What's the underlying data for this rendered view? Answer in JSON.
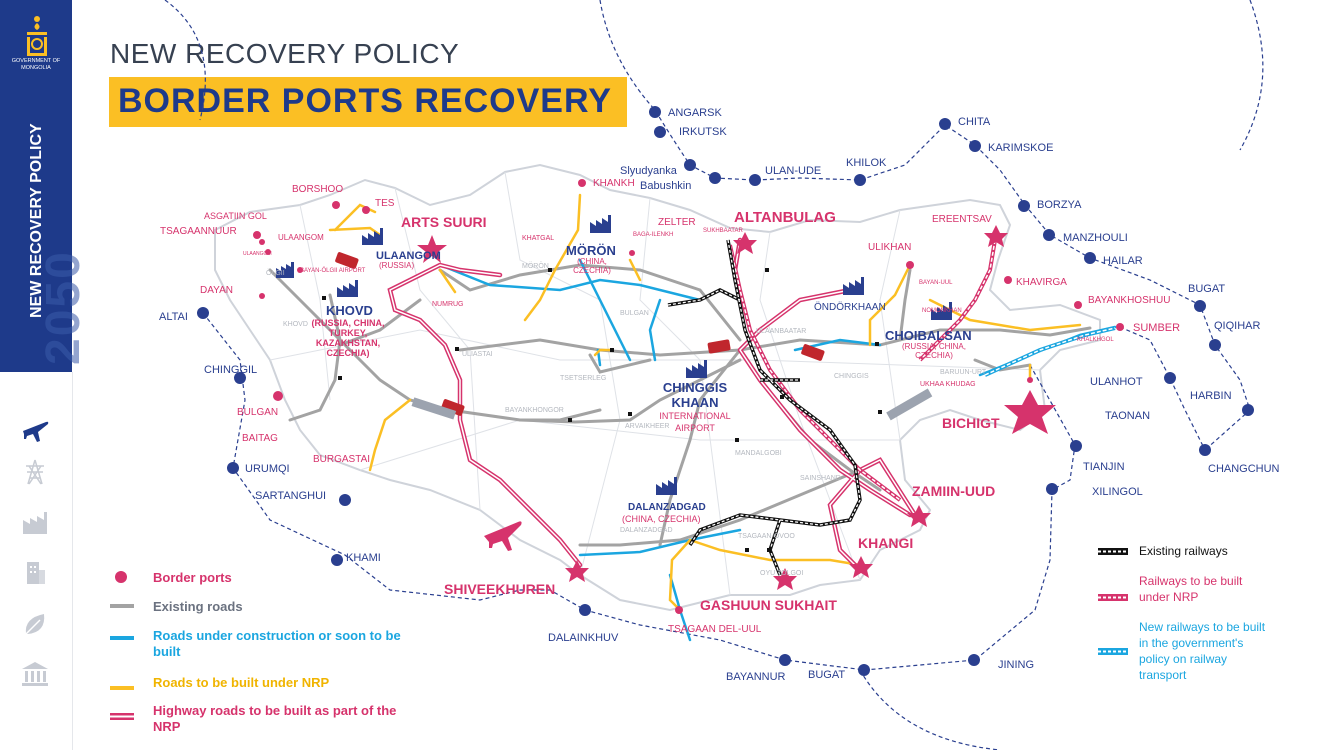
{
  "header": {
    "subtitle": "NEW RECOVERY POLICY",
    "title": "BORDER PORTS RECOVERY"
  },
  "sidebar": {
    "gov_line1": "GOVERNMENT OF",
    "gov_line2": "MONGOLIA",
    "vertical_year": "2050",
    "vertical_label": "NEW RECOVERY POLICY",
    "nav_icons": [
      "airplane-icon",
      "power-tower-icon",
      "factory-icon",
      "building-icon",
      "leaf-icon",
      "bank-icon"
    ]
  },
  "colors": {
    "navy": "#1e3a8a",
    "pink": "#d6336c",
    "yellow": "#fbbf24",
    "blue": "#1ba6e0",
    "gray": "#a3a3a3",
    "dot_blue": "#2a3f8f"
  },
  "map_labels": {
    "foreign_cities": [
      "ANGARSK",
      "IRKUTSK",
      "Slyudyanka",
      "Babushkin",
      "ULAN-UDE",
      "KHILOK",
      "CHITA",
      "KARIMSKOE",
      "BORZYA",
      "MANZHOULI",
      "HAILAR",
      "BUGAT",
      "QIQIHAR",
      "SUMBER",
      "ULANHOT",
      "HARBIN",
      "TAONAN",
      "CHANGCHUN",
      "TIANJIN",
      "XILINGOL",
      "JINING",
      "BUGAT",
      "BAYANNUR",
      "DALAINKHUV",
      "KHAMI",
      "SARTANGHUI",
      "URUMQI",
      "CHINGGIL",
      "ALTAI"
    ],
    "border_ports": [
      "BORSHOO",
      "TES",
      "ASGATIIN GOL",
      "TSAGAANNUUR",
      "DAYAN",
      "KHANKH",
      "ZELTER",
      "BAGA-ILENKH",
      "ULIKHAN",
      "EREENTSAV",
      "KHAVIRGA",
      "BAYANKHOSHUU",
      "KHALKHGOL",
      "BULGAN",
      "BAITAG",
      "BURGASTAI",
      "TSAGAAN DEL-UUL",
      "UKHAA KHUDAG",
      "BAYAN-UUL",
      "NOMONKHAN",
      "SUKHBAATAR",
      "ULAANGOM"
    ],
    "main_ports": [
      "ARTS SUURI",
      "ALTANBULAG",
      "BICHIGT",
      "ZAMIIN-UUD",
      "KHANGI",
      "SHIVEEKHUREN",
      "GASHUUN SUKHAIT"
    ],
    "hubs": [
      {
        "name": "ULAANGOM",
        "sub": "(RUSSIA)"
      },
      {
        "name": "KHOVD",
        "sub": "(RUSSIA, CHINA, TURKEY, KAZAKHSTAN, CZECHIA)"
      },
      {
        "name": "MÖRÖN",
        "sub": "(CHINA, CZECHIA)"
      },
      {
        "name": "CHOIBALSAN",
        "sub": "(RUSSIA, CHINA, CZECHIA)"
      },
      {
        "name": "DALANZADGAD",
        "sub": "(CHINA, CZECHIA)"
      },
      {
        "name": "ÖNDÖRKHAAN",
        "sub": ""
      },
      {
        "name": "CHINGGIS KHAAN",
        "sub": "INTERNATIONAL AIRPORT"
      }
    ],
    "small_towns": [
      "ÖLGII",
      "BAYAN-ÖLGII AIRPORT",
      "KHATGAL",
      "ULAANGOM",
      "MÖRÖN",
      "BULGAN",
      "ULAANBAATAR",
      "CHINGGIS",
      "BARUUN-URT",
      "BAYANKHONGOR",
      "ARVAIKHEER",
      "MANDALGOBI",
      "SAINSHAND",
      "TSAGAAN-OVOO",
      "OYU TOLGOI",
      "DALANZADGAD",
      "NUMRUG",
      "ULIASTAI",
      "KHOVD",
      "TSETSERLEG"
    ]
  },
  "legend": {
    "border_ports": "Border ports",
    "existing_roads": "Existing roads",
    "roads_construction_line1": "Roads under construction or soon to be",
    "roads_construction_line2": "built",
    "roads_nrp": "Roads to be built under NRP",
    "highway_line1": "Highway roads to be built as part of the",
    "highway_line2": "NRP",
    "existing_rail": "Existing railways",
    "rail_nrp_line1": "Railways to be built",
    "rail_nrp_line2": "under NRP",
    "rail_new_line1": "New railways to be built",
    "rail_new_line2": "in the government's",
    "rail_new_line3": "policy on railway",
    "rail_new_line4": "transport"
  }
}
